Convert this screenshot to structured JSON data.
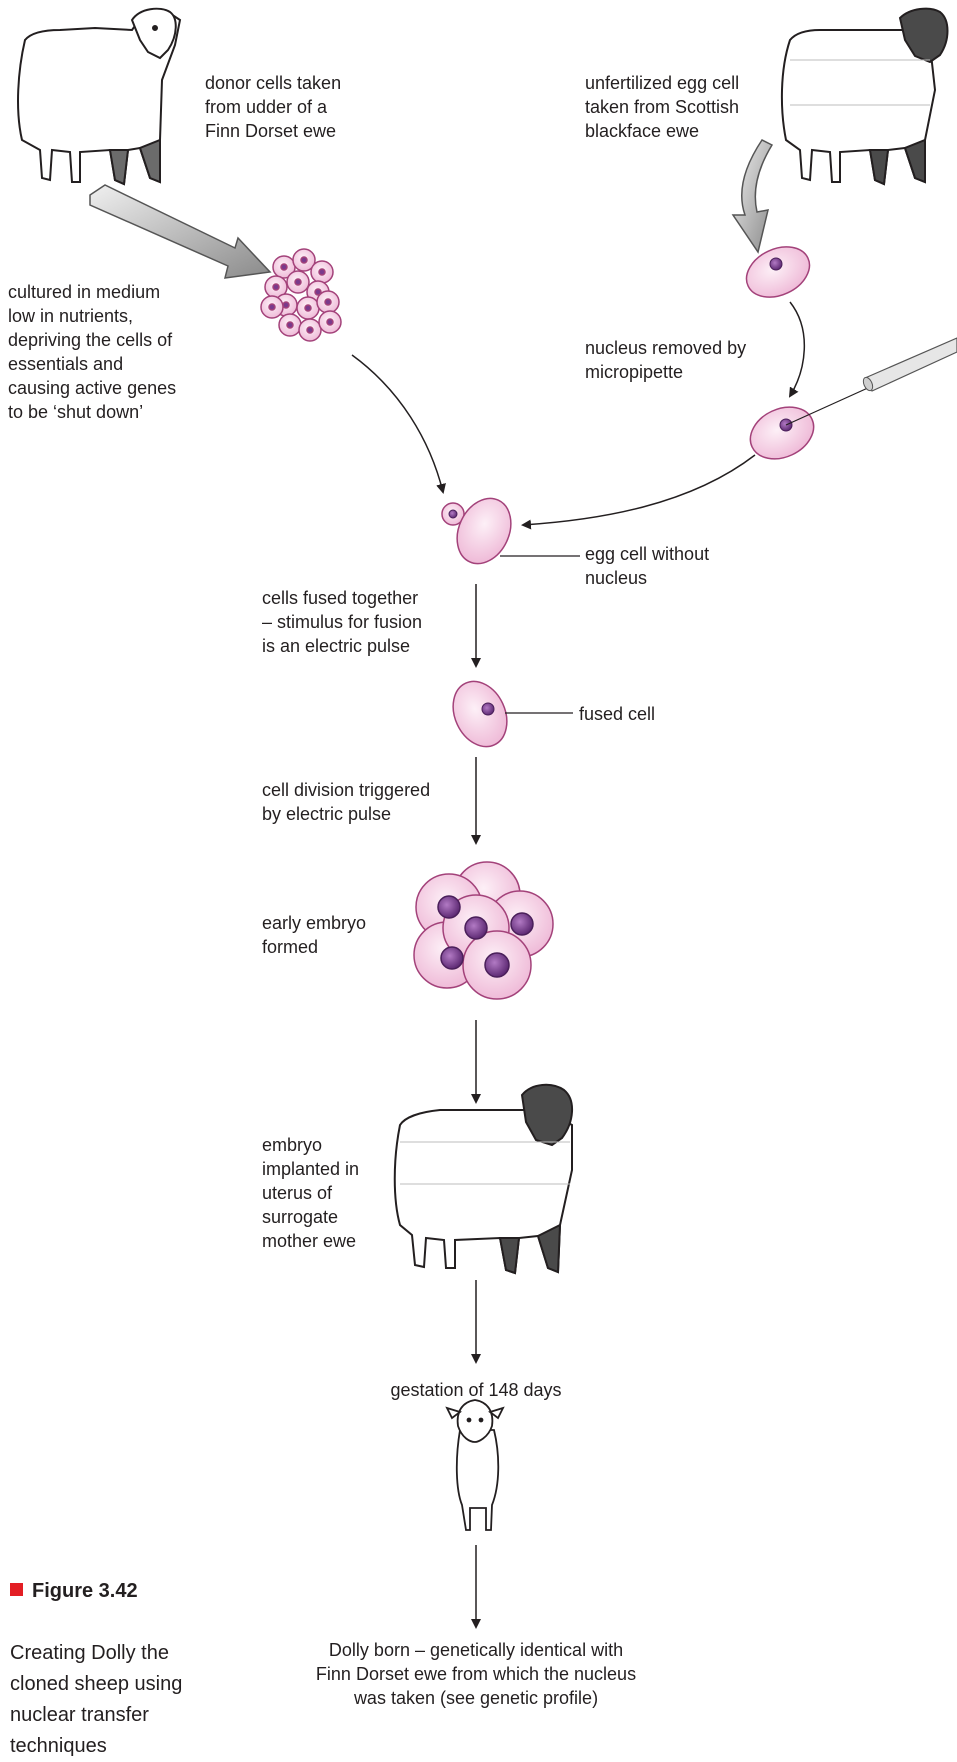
{
  "labels": {
    "donor_cells": "donor cells taken\nfrom udder of a\nFinn Dorset ewe",
    "unfertilized_egg": "unfertilized egg cell\ntaken from Scottish\nblackface ewe",
    "cultured": "cultured in medium\nlow in nutrients,\ndepriving the cells of\nessentials and\ncausing active genes\nto be ‘shut down’",
    "nucleus_removed": "nucleus removed by\nmicropipette",
    "egg_without_nucleus": "egg cell without\nnucleus",
    "cells_fused": "cells fused together\n– stimulus for fusion\nis an electric pulse",
    "fused_cell": "fused cell",
    "cell_division": "cell division triggered\nby electric pulse",
    "early_embryo": "early embryo\nformed",
    "embryo_implanted": "embryo\nimplanted in\nuterus of\nsurrogate\nmother ewe",
    "gestation": "gestation of 148 days",
    "dolly_born": "Dolly born – genetically identical with\nFinn Dorset ewe from which the nucleus\nwas taken (see genetic profile)"
  },
  "figure": {
    "number": "Figure 3.42",
    "caption": "Creating Dolly the\ncloned sheep using\nnuclear transfer\ntechniques",
    "marker_color": "#e31e24"
  },
  "colors": {
    "cell_fill": "#f7d3e6",
    "cell_stroke": "#a3427a",
    "nucleus_fill": "#7a3a8c",
    "blackface": "#4a4a4a",
    "arrow_fill": "#9a9a9a"
  }
}
